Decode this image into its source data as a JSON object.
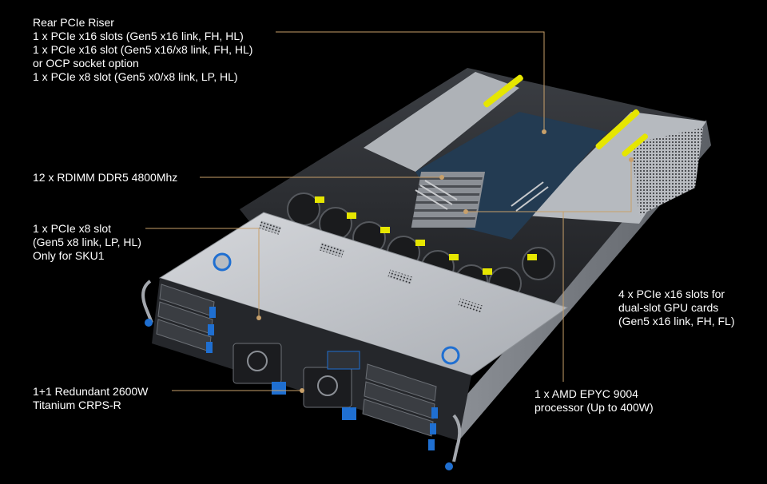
{
  "colors": {
    "background": "#000000",
    "text": "#ffffff",
    "leader_line": "#c8a06a",
    "chassis_light": "#c9ccd0",
    "chassis_dark": "#2a2c30",
    "accent_blue": "#1f6fd1",
    "accent_yellow": "#e6e600"
  },
  "callouts": {
    "rear_riser": {
      "lines": [
        "Rear PCIe Riser",
        "1 x PCIe x16 slots (Gen5 x16 link, FH, HL)",
        "1 x PCIe x16 slot (Gen5 x16/x8 link, FH, HL)",
        "or OCP socket option",
        "1 x PCIe x8 slot (Gen5 x0/x8 link, LP, HL)"
      ]
    },
    "memory": {
      "lines": [
        "12 x RDIMM DDR5 4800Mhz"
      ]
    },
    "pcie_x8": {
      "lines": [
        "1 x PCIe x8 slot",
        "(Gen5 x8 link, LP, HL)",
        "Only for SKU1"
      ]
    },
    "psu": {
      "lines": [
        "1+1 Redundant 2600W",
        "Titanium CRPS-R"
      ]
    },
    "gpu": {
      "lines": [
        "4 x PCIe x16 slots for",
        "dual-slot GPU cards",
        "(Gen5 x16 link, FH, FL)"
      ]
    },
    "cpu": {
      "lines": [
        "1 x AMD EPYC 9004",
        "processor (Up to 400W)"
      ]
    }
  }
}
